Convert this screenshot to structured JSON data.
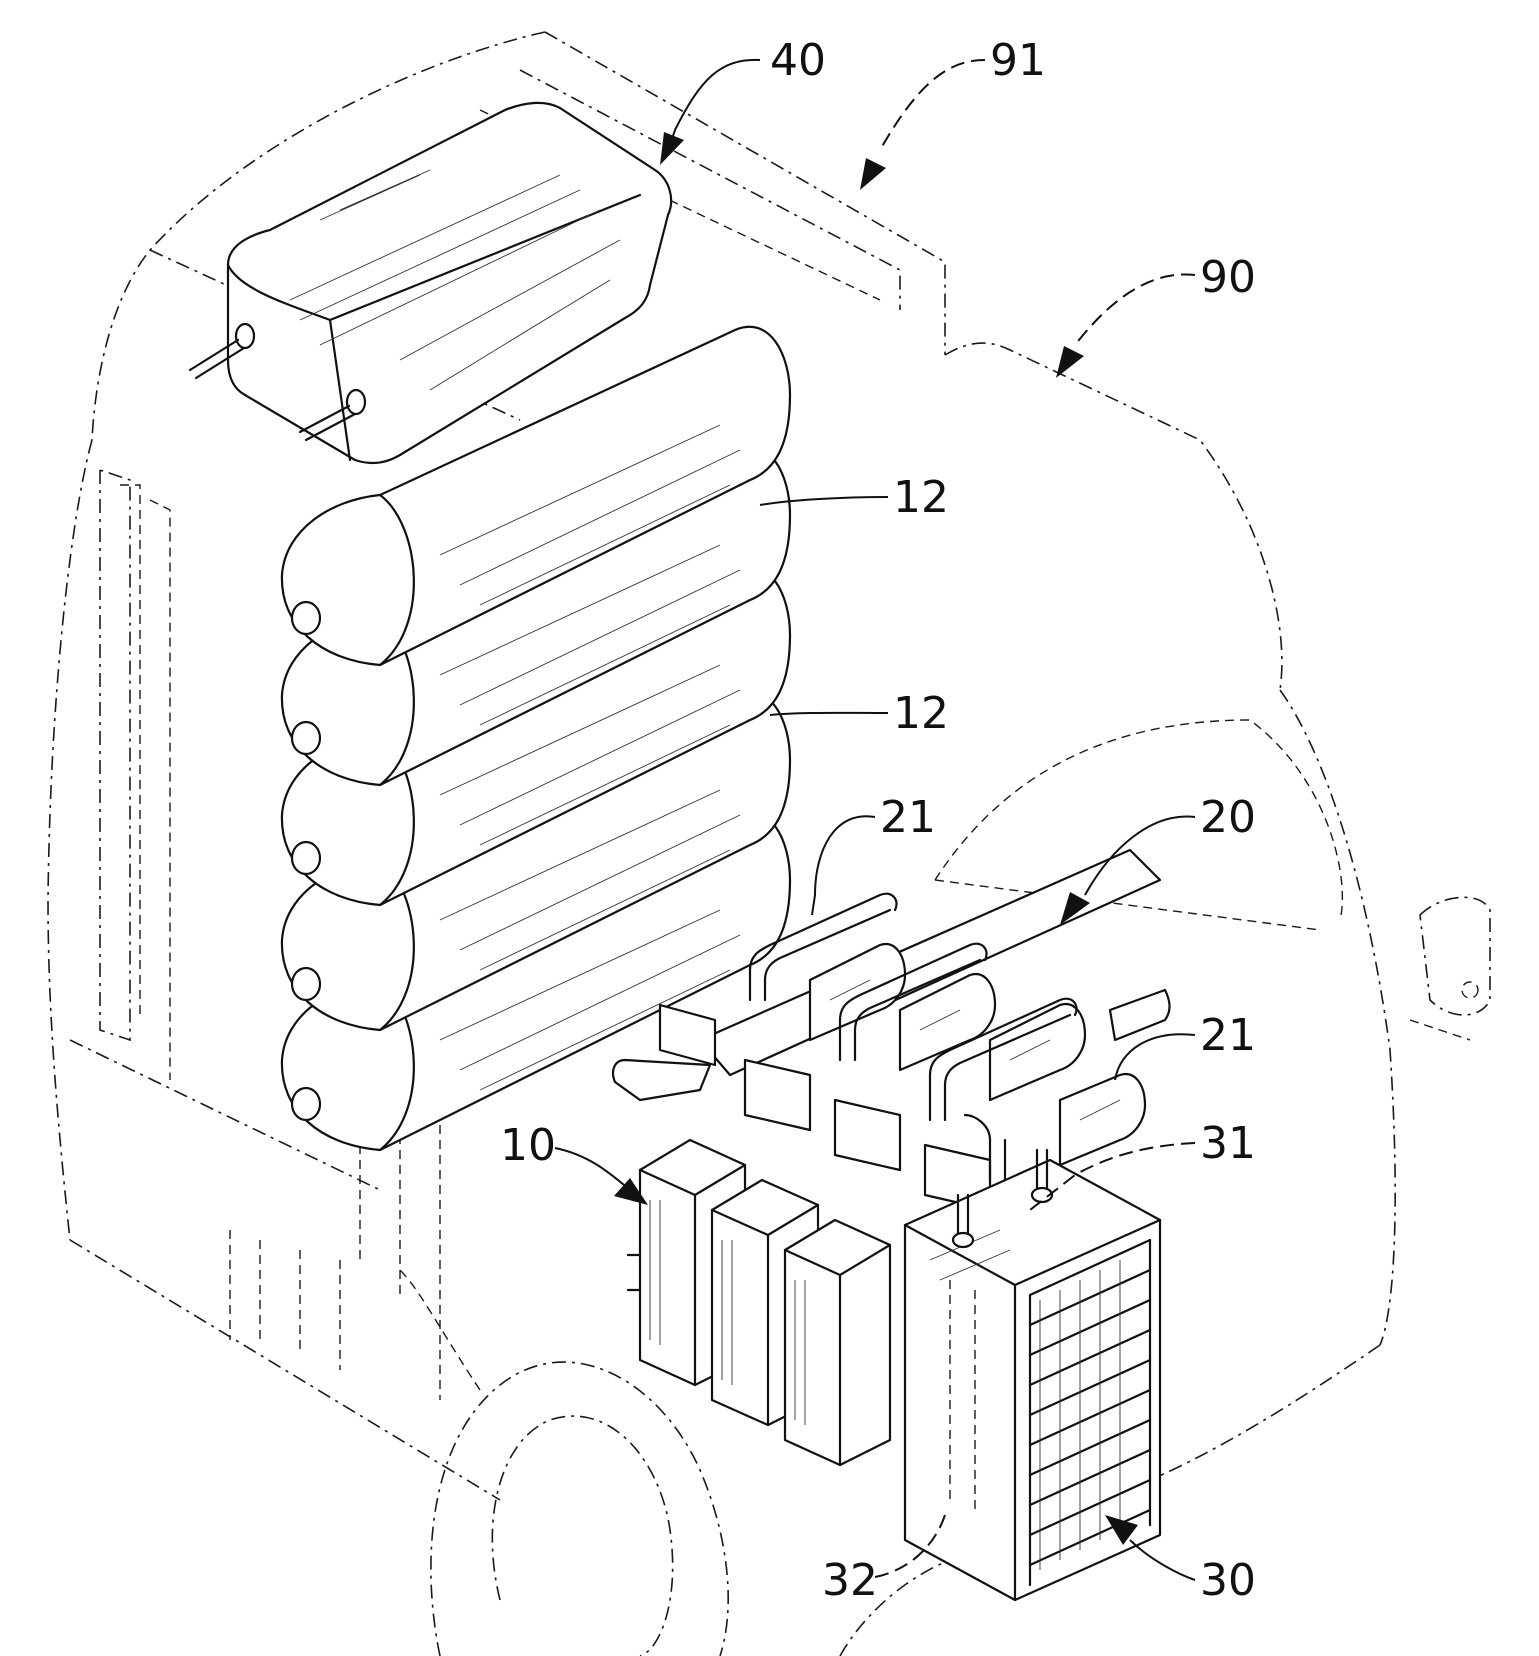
{
  "labels": {
    "r40": "40",
    "r91": "91",
    "r90": "90",
    "r12a": "12",
    "r12b": "12",
    "r21a": "21",
    "r20": "20",
    "r21b": "21",
    "r10": "10",
    "r31": "31",
    "r32": "32",
    "r30": "30"
  }
}
